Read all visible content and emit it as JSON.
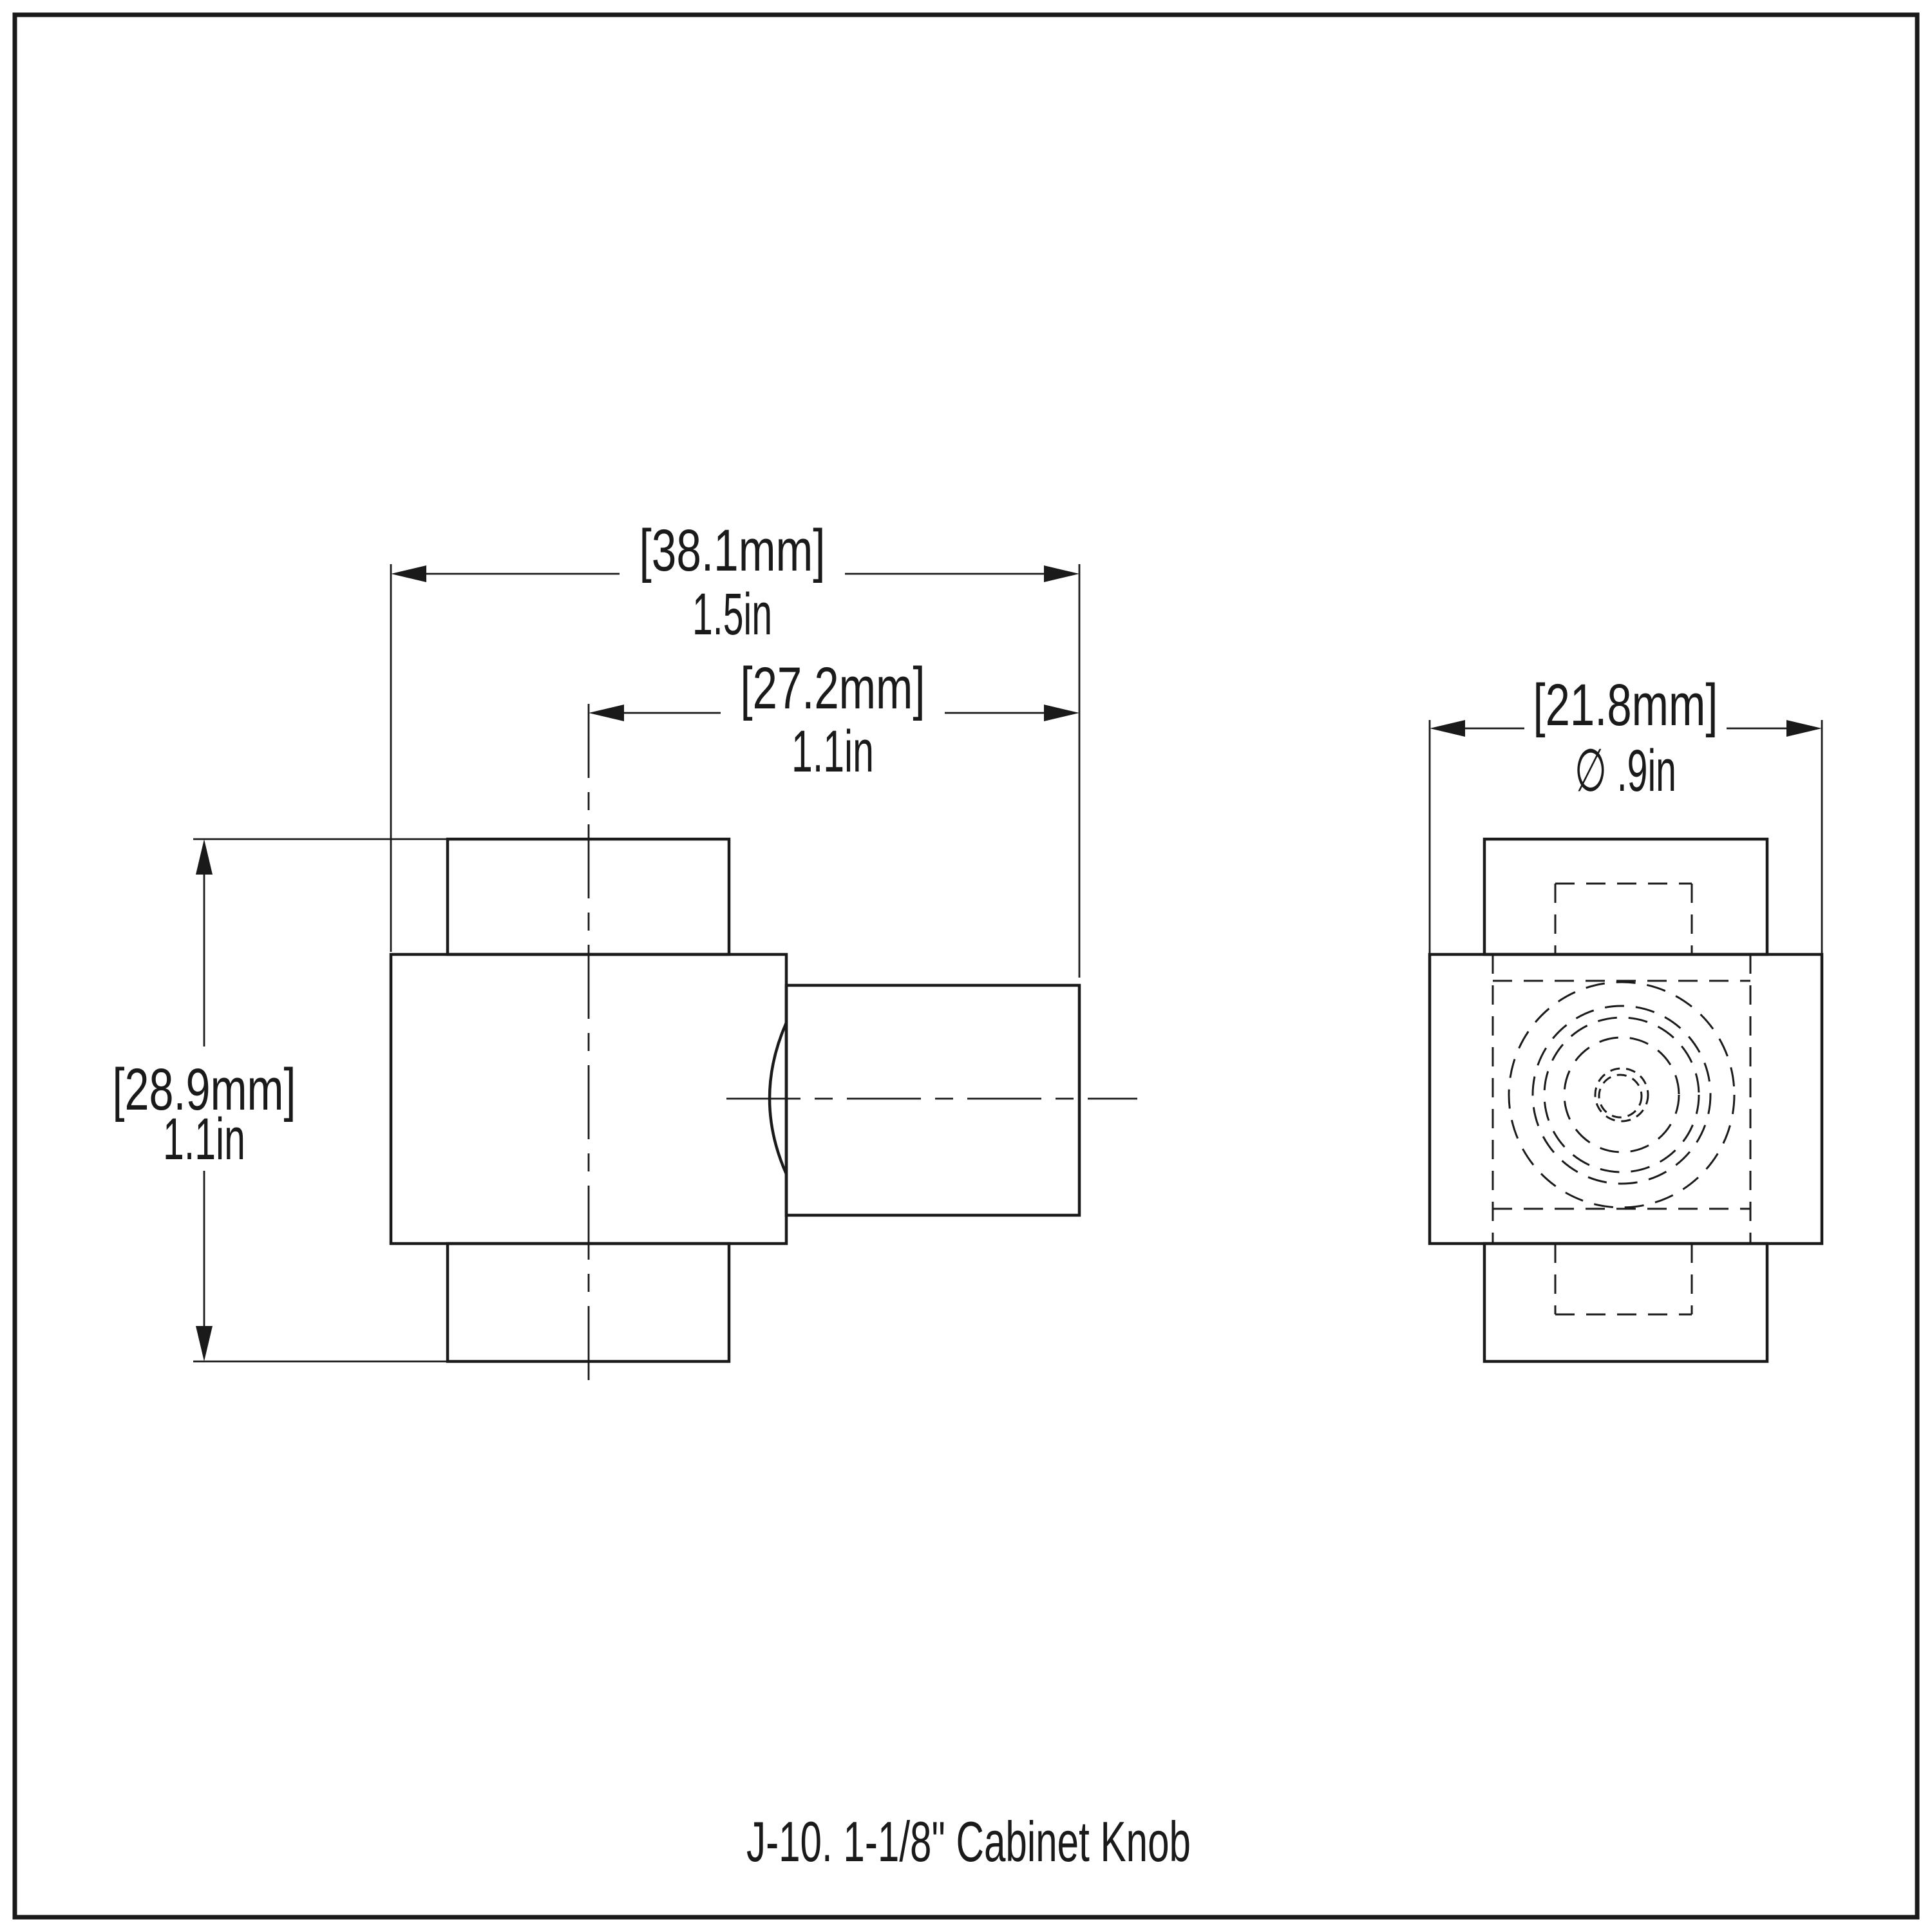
{
  "drawing": {
    "background": "#ffffff",
    "line_color": "#1a1a1a",
    "caption": "J-10. 1-1/8\" Cabinet Knob",
    "dimensions": {
      "overall_depth": {
        "metric": "[38.1mm]",
        "imperial": "1.5in"
      },
      "projection": {
        "metric": "[27.2mm]",
        "imperial": "1.1in"
      },
      "overall_height": {
        "metric": "[28.9mm]",
        "imperial": "1.1in"
      },
      "face_diameter": {
        "metric": "[21.8mm]",
        "imperial": "∅ .9in"
      }
    }
  }
}
